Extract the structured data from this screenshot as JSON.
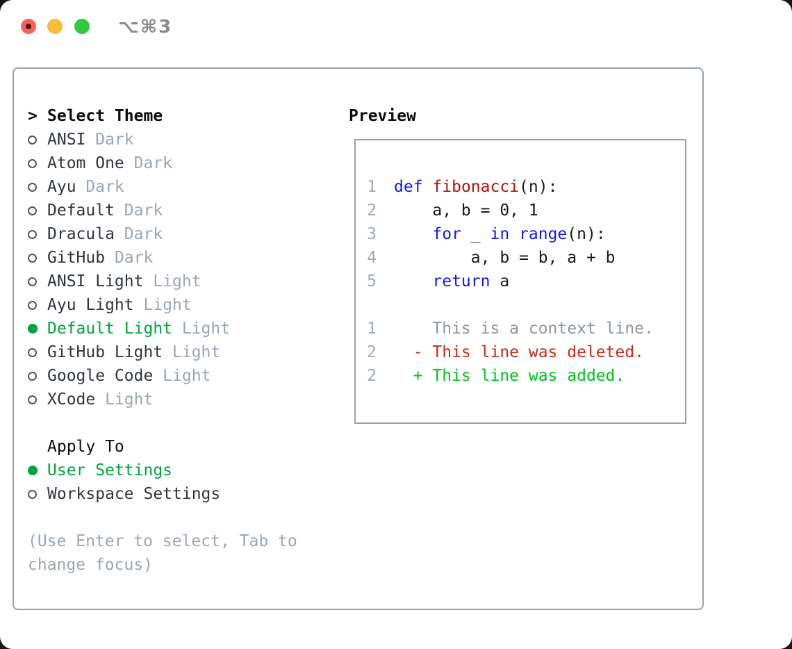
{
  "window": {
    "shortcut_label": "⌥⌘3"
  },
  "colors": {
    "selected_green": "#00a53c",
    "added_green": "#00c31a",
    "deleted_red": "#c52d18",
    "keyword_blue": "#1317e8",
    "function_red": "#ad150f",
    "code_text": "#17191d",
    "context_gray": "#8e959e",
    "muted_gray": "#9ba5b3",
    "line_number_gray": "#9fa9b8",
    "border_gray": "#98a1ad",
    "traffic_red": "#f5615c",
    "traffic_yellow": "#f8bd3c",
    "traffic_green": "#32c83f"
  },
  "selector": {
    "prompt": ">",
    "title": "Select Theme",
    "items": [
      {
        "name": "ANSI",
        "variant": "Dark",
        "selected": false
      },
      {
        "name": "Atom One",
        "variant": "Dark",
        "selected": false
      },
      {
        "name": "Ayu",
        "variant": "Dark",
        "selected": false
      },
      {
        "name": "Default",
        "variant": "Dark",
        "selected": false
      },
      {
        "name": "Dracula",
        "variant": "Dark",
        "selected": false
      },
      {
        "name": "GitHub",
        "variant": "Dark",
        "selected": false
      },
      {
        "name": "ANSI Light",
        "variant": "Light",
        "selected": false
      },
      {
        "name": "Ayu Light",
        "variant": "Light",
        "selected": false
      },
      {
        "name": "Default Light",
        "variant": "Light",
        "selected": true
      },
      {
        "name": "GitHub Light",
        "variant": "Light",
        "selected": false
      },
      {
        "name": "Google Code",
        "variant": "Light",
        "selected": false
      },
      {
        "name": "XCode",
        "variant": "Light",
        "selected": false
      }
    ],
    "apply_to": {
      "title": "Apply To",
      "options": [
        {
          "label": "User Settings",
          "selected": true
        },
        {
          "label": "Workspace Settings",
          "selected": false
        }
      ]
    },
    "help_lines": [
      "(Use Enter to select, Tab to",
      "change focus)"
    ]
  },
  "preview": {
    "title": "Preview",
    "lines": [
      {
        "num": "1",
        "tokens": [
          {
            "t": "def",
            "c": "keyword"
          },
          {
            "t": " ",
            "c": "code"
          },
          {
            "t": "fibonacci",
            "c": "function"
          },
          {
            "t": "(n):",
            "c": "code"
          }
        ]
      },
      {
        "num": "2",
        "tokens": [
          {
            "t": "    a, b = 0, 1",
            "c": "code"
          }
        ]
      },
      {
        "num": "3",
        "tokens": [
          {
            "t": "    ",
            "c": "code"
          },
          {
            "t": "for",
            "c": "keyword"
          },
          {
            "t": " _ ",
            "c": "code"
          },
          {
            "t": "in",
            "c": "keyword"
          },
          {
            "t": " ",
            "c": "code"
          },
          {
            "t": "range",
            "c": "keyword"
          },
          {
            "t": "(n):",
            "c": "code"
          }
        ]
      },
      {
        "num": "4",
        "tokens": [
          {
            "t": "        a, b = b, a + b",
            "c": "code"
          }
        ]
      },
      {
        "num": "5",
        "tokens": [
          {
            "t": "    ",
            "c": "code"
          },
          {
            "t": "return",
            "c": "keyword"
          },
          {
            "t": " a",
            "c": "code"
          }
        ]
      },
      {
        "num": "",
        "tokens": []
      },
      {
        "num": "1",
        "tokens": [
          {
            "t": "    This is a context line.",
            "c": "context"
          }
        ]
      },
      {
        "num": "2",
        "tokens": [
          {
            "t": "  - This line was deleted.",
            "c": "deleted"
          }
        ]
      },
      {
        "num": "2",
        "tokens": [
          {
            "t": "  + This line was added.",
            "c": "added"
          }
        ]
      }
    ]
  }
}
